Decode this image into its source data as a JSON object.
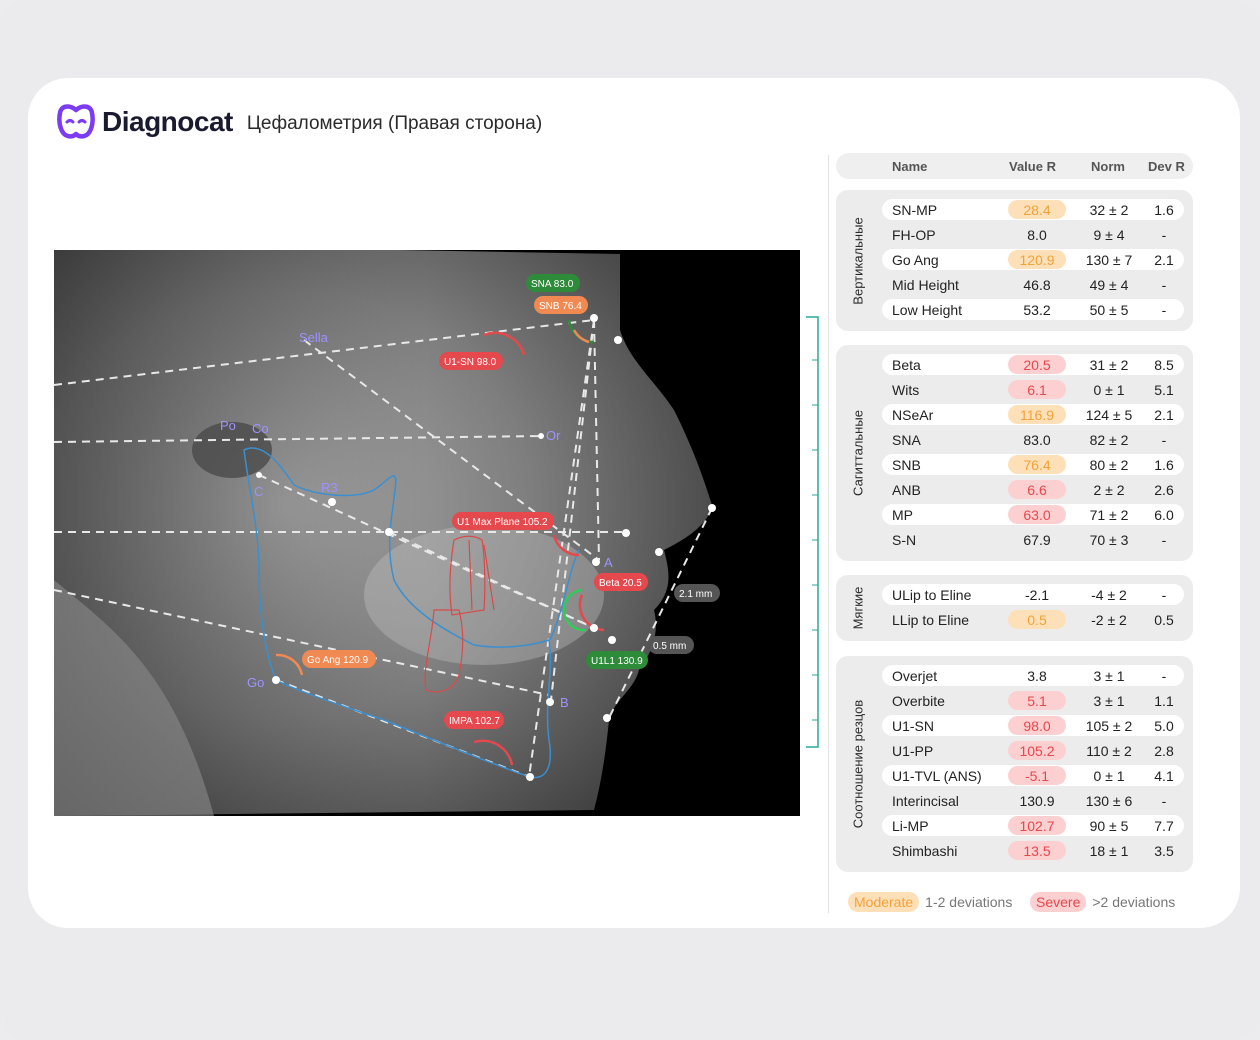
{
  "app": {
    "brand": "Diagnocat",
    "title": "Цефалометрия (Правая сторона)",
    "brand_color": "#7b3cf2"
  },
  "xray": {
    "landmarks": [
      "Sella",
      "Po",
      "Co",
      "Or",
      "C",
      "R3",
      "A",
      "B",
      "Go"
    ],
    "annotations": [
      {
        "text": "SNA 83.0",
        "color": "#2e8b3a"
      },
      {
        "text": "SNB 76.4",
        "color": "#f08a52"
      },
      {
        "text": "U1-SN 98.0",
        "color": "#e5484d"
      },
      {
        "text": "U1 Max Plane 105.2",
        "color": "#e5484d"
      },
      {
        "text": "Beta 20.5",
        "color": "#e5484d"
      },
      {
        "text": "2.1 mm",
        "color": "#555555"
      },
      {
        "text": "0.5 mm",
        "color": "#555555"
      },
      {
        "text": "U1L1 130.9",
        "color": "#2e8b3a"
      },
      {
        "text": "Go Ang 120.9",
        "color": "#f08a52"
      },
      {
        "text": "IMPA 102.7",
        "color": "#e5484d"
      }
    ]
  },
  "table": {
    "headers": {
      "name": "Name",
      "value": "Value R",
      "norm": "Norm",
      "dev": "Dev R"
    },
    "groups": [
      {
        "label": "Вертикальные",
        "rows": [
          {
            "name": "SN-MP",
            "value": "28.4",
            "norm": "32 ± 2",
            "dev": "1.6",
            "level": "mod"
          },
          {
            "name": "FH-OP",
            "value": "8.0",
            "norm": "9 ± 4",
            "dev": "-",
            "level": ""
          },
          {
            "name": "Go Ang",
            "value": "120.9",
            "norm": "130 ± 7",
            "dev": "2.1",
            "level": "mod"
          },
          {
            "name": "Mid Height",
            "value": "46.8",
            "norm": "49 ± 4",
            "dev": "-",
            "level": ""
          },
          {
            "name": "Low Height",
            "value": "53.2",
            "norm": "50 ± 5",
            "dev": "-",
            "level": ""
          }
        ]
      },
      {
        "label": "Сагиттальные",
        "rows": [
          {
            "name": "Beta",
            "value": "20.5",
            "norm": "31 ± 2",
            "dev": "8.5",
            "level": "sev"
          },
          {
            "name": "Wits",
            "value": "6.1",
            "norm": "0 ± 1",
            "dev": "5.1",
            "level": "sev"
          },
          {
            "name": "NSeAr",
            "value": "116.9",
            "norm": "124 ± 5",
            "dev": "2.1",
            "level": "mod"
          },
          {
            "name": "SNA",
            "value": "83.0",
            "norm": "82 ± 2",
            "dev": "-",
            "level": ""
          },
          {
            "name": "SNB",
            "value": "76.4",
            "norm": "80 ± 2",
            "dev": "1.6",
            "level": "mod"
          },
          {
            "name": "ANB",
            "value": "6.6",
            "norm": "2 ± 2",
            "dev": "2.6",
            "level": "sev"
          },
          {
            "name": "MP",
            "value": "63.0",
            "norm": "71 ± 2",
            "dev": "6.0",
            "level": "sev"
          },
          {
            "name": "S-N",
            "value": "67.9",
            "norm": "70 ± 3",
            "dev": "-",
            "level": ""
          }
        ]
      },
      {
        "label": "Мягкие",
        "rows": [
          {
            "name": "ULip to Eline",
            "value": "-2.1",
            "norm": "-4 ± 2",
            "dev": "-",
            "level": ""
          },
          {
            "name": "LLip to Eline",
            "value": "0.5",
            "norm": "-2 ± 2",
            "dev": "0.5",
            "level": "mod"
          }
        ]
      },
      {
        "label": "Соотношение резцов",
        "rows": [
          {
            "name": "Overjet",
            "value": "3.8",
            "norm": "3 ± 1",
            "dev": "-",
            "level": ""
          },
          {
            "name": "Overbite",
            "value": "5.1",
            "norm": "3 ± 1",
            "dev": "1.1",
            "level": "sev"
          },
          {
            "name": "U1-SN",
            "value": "98.0",
            "norm": "105 ± 2",
            "dev": "5.0",
            "level": "sev"
          },
          {
            "name": "U1-PP",
            "value": "105.2",
            "norm": "110 ± 2",
            "dev": "2.8",
            "level": "sev"
          },
          {
            "name": "U1-TVL (ANS)",
            "value": "-5.1",
            "norm": "0 ± 1",
            "dev": "4.1",
            "level": "sev"
          },
          {
            "name": "Interincisal",
            "value": "130.9",
            "norm": "130 ± 6",
            "dev": "-",
            "level": ""
          },
          {
            "name": "Li-MP",
            "value": "102.7",
            "norm": "90 ± 5",
            "dev": "7.7",
            "level": "sev"
          },
          {
            "name": "Shimbashi",
            "value": "13.5",
            "norm": "18 ± 1",
            "dev": "3.5",
            "level": "sev"
          }
        ]
      }
    ]
  },
  "legend": {
    "moderate_label": "Moderate",
    "moderate_text": "1-2 deviations",
    "severe_label": "Severe",
    "severe_text": ">2 deviations"
  }
}
